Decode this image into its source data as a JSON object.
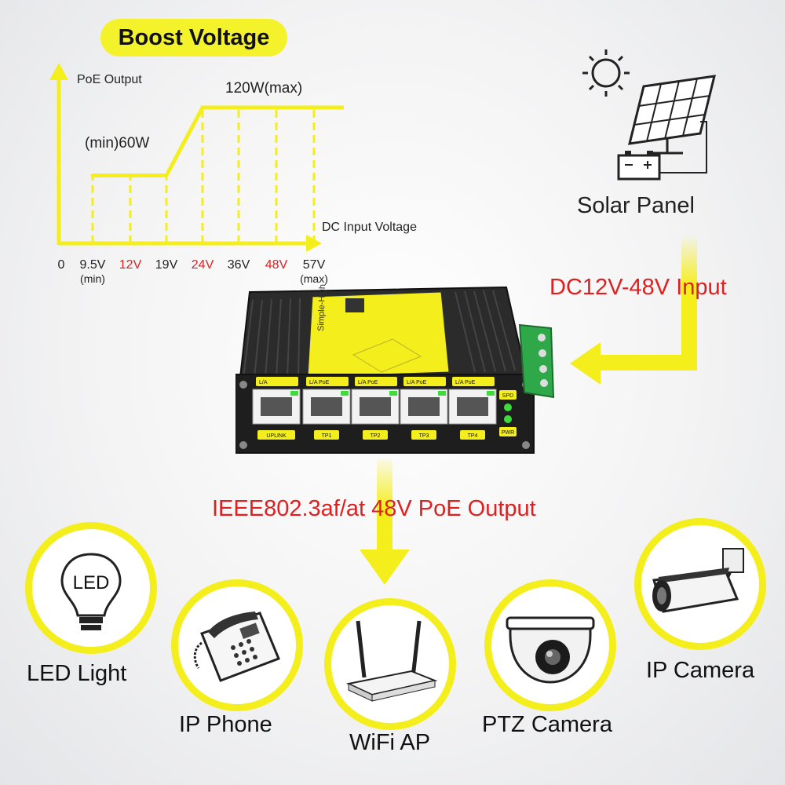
{
  "header": {
    "title": "Boost Voltage"
  },
  "chart_data": {
    "type": "line",
    "ylabel": "PoE Output",
    "xlabel": "DC Input Voltage",
    "x_ticks": [
      {
        "label": "0",
        "sub": "",
        "color": "#222222"
      },
      {
        "label": "9.5V",
        "sub": "(min)",
        "color": "#222222"
      },
      {
        "label": "12V",
        "sub": "",
        "color": "#e02020"
      },
      {
        "label": "19V",
        "sub": "",
        "color": "#222222"
      },
      {
        "label": "24V",
        "sub": "",
        "color": "#e02020"
      },
      {
        "label": "36V",
        "sub": "",
        "color": "#222222"
      },
      {
        "label": "48V",
        "sub": "",
        "color": "#e02020"
      },
      {
        "label": "57V",
        "sub": "(max)",
        "color": "#222222"
      }
    ],
    "x": [
      9.5,
      19,
      24,
      57
    ],
    "y": [
      60,
      60,
      120,
      120
    ],
    "annotations": [
      {
        "text": "(min)60W"
      },
      {
        "text": "120W(max)"
      }
    ],
    "line_color": "#f4ee1c"
  },
  "solar": {
    "label": "Solar Panel"
  },
  "input": {
    "label": "DC12V-48V Input"
  },
  "output": {
    "label": "IEEE802.3af/at 48V PoE Output"
  },
  "switch": {
    "ports": [
      {
        "top": "L/A",
        "bottom": "UPLINK"
      },
      {
        "top": "L/A   PoE",
        "bottom": "TP1"
      },
      {
        "top": "L/A   PoE",
        "bottom": "TP2"
      },
      {
        "top": "L/A   PoE",
        "bottom": "TP3"
      },
      {
        "top": "L/A   PoE",
        "bottom": "TP4"
      }
    ],
    "spd": "SPD",
    "pwr": "PWR",
    "icon_led": "LED"
  },
  "devices": [
    {
      "label": "LED Light",
      "icon": "led-bulb-icon"
    },
    {
      "label": "IP Phone",
      "icon": "ip-phone-icon"
    },
    {
      "label": "WiFi AP",
      "icon": "wifi-router-icon"
    },
    {
      "label": "PTZ Camera",
      "icon": "dome-camera-icon"
    },
    {
      "label": "IP Camera",
      "icon": "bullet-camera-icon"
    }
  ],
  "colors": {
    "accent": "#f4ee1c",
    "highlight": "#e02020"
  }
}
